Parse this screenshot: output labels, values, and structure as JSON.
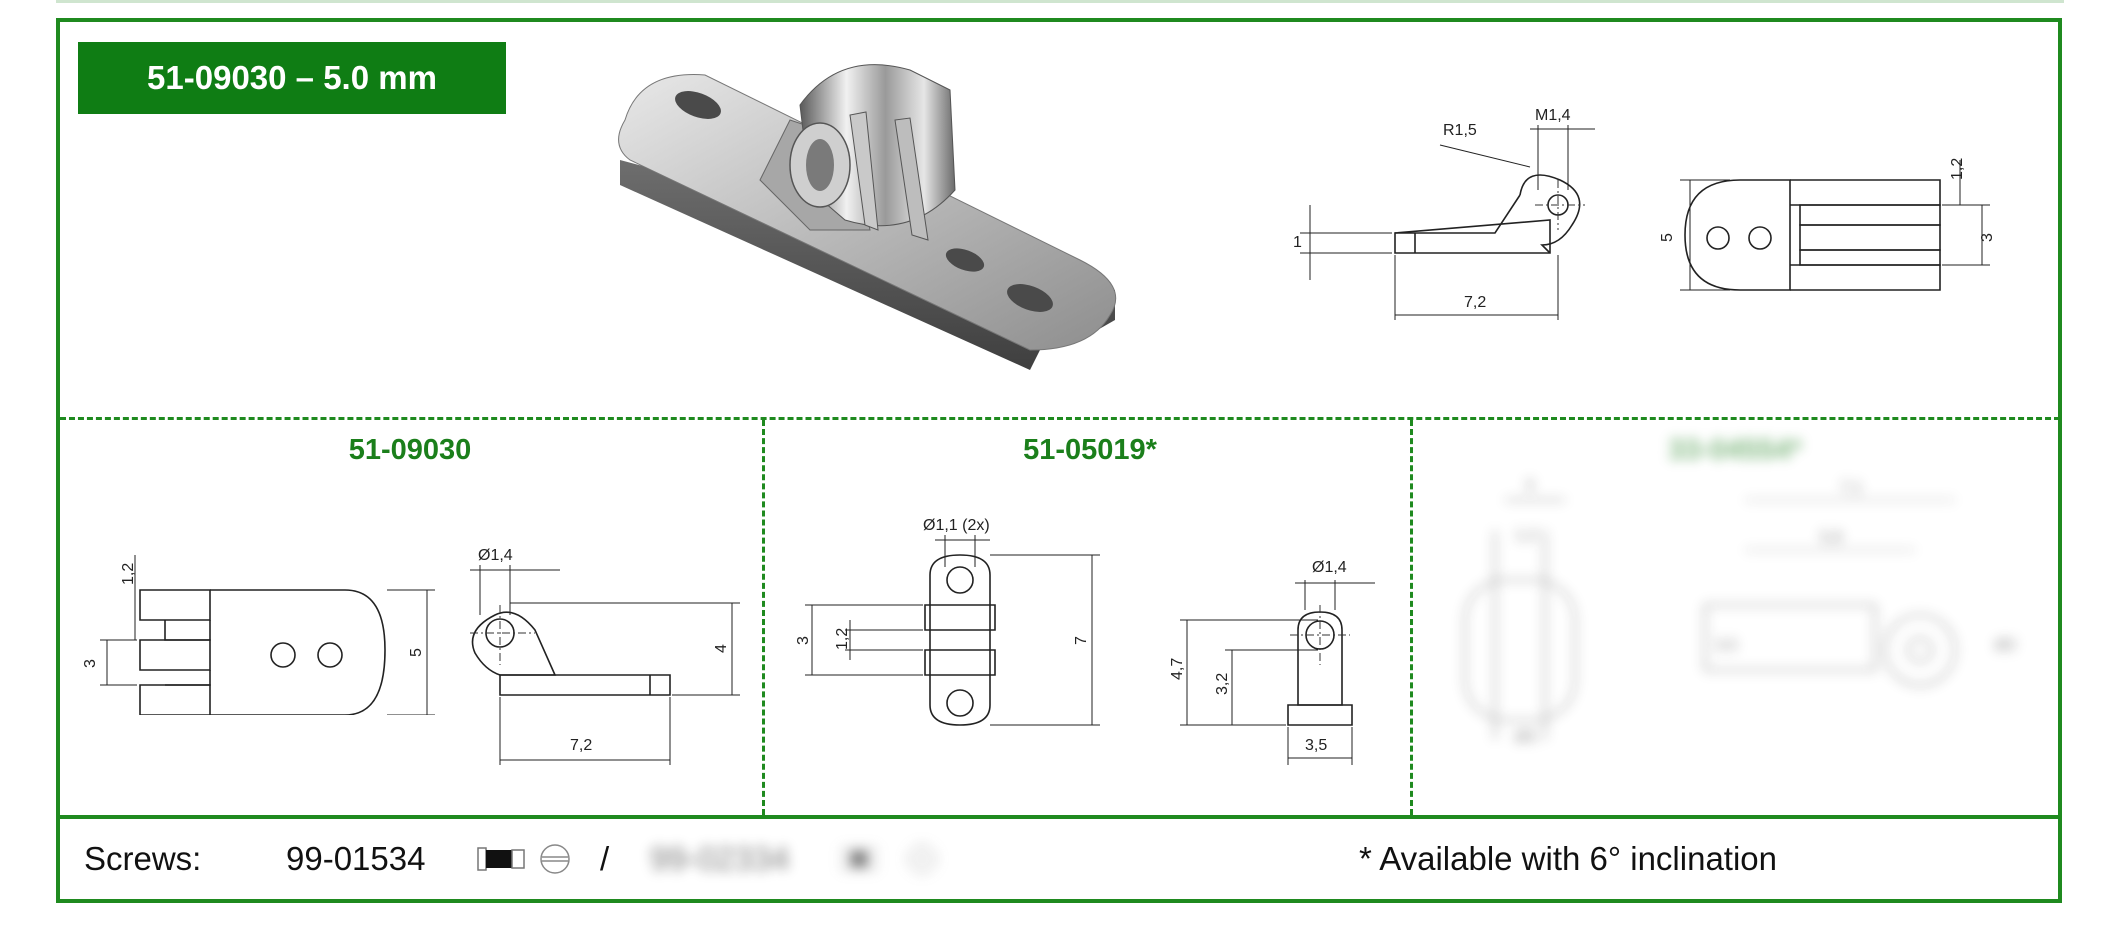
{
  "product": {
    "title": "51-09030 – 5.0 mm"
  },
  "top_drawing": {
    "dims": {
      "r": "R1,5",
      "m": "M1,4",
      "h1": "1",
      "len": "7,2",
      "h5": "5",
      "w3": "3",
      "w12": "1,2"
    }
  },
  "sections": [
    {
      "title": "51-09030",
      "dims": {
        "a": "1,2",
        "b": "3",
        "c": "5",
        "d": "Ø1,4",
        "e": "4",
        "f": "7,2"
      }
    },
    {
      "title": "51-05019*",
      "dims": {
        "a": "Ø1,1 (2x)",
        "b": "3",
        "c": "1,2",
        "d": "7",
        "e": "Ø1,4",
        "f": "4,7",
        "g": "3,2",
        "h": "3,5"
      }
    },
    {
      "title": "33-04554*",
      "dims": {
        "a": "3",
        "b": "1,2",
        "c": "Ø5",
        "d": "7,1",
        "e": "5,8",
        "f": "3,5",
        "g": "Ø2"
      }
    }
  ],
  "footer": {
    "label": "Screws:",
    "screw1": "99-01534",
    "separator": "/",
    "screw2": "99-02334",
    "note": "* Available with 6° inclination"
  },
  "colors": {
    "brand_green": "#0f7d14",
    "border_green": "#1f8a1f"
  }
}
